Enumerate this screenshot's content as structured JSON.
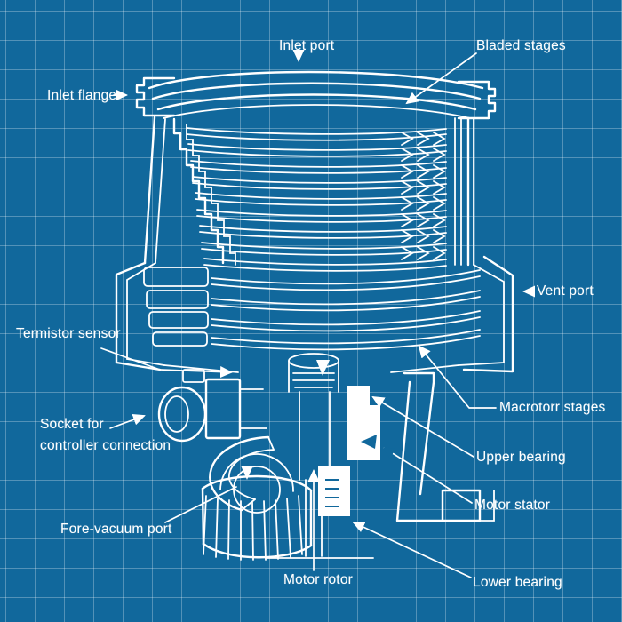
{
  "palette": {
    "background": "#11689c",
    "grid_line": "rgba(255,255,255,0.28)",
    "ink": "#ffffff"
  },
  "diagram_kind": "blueprint cross-section of a turbomolecular pump",
  "labels": {
    "inlet_port": "Inlet port",
    "bladed_stages": "Bladed stages",
    "inlet_flange": "Inlet flange",
    "vent_port": "Vent port",
    "termistor_sensor": "Termistor sensor",
    "socket_line1": "Socket for",
    "socket_line2": "controller connection",
    "macrotorr_stages": "Macrotorr stages",
    "upper_bearing": "Upper bearing",
    "motor_stator": "Motor stator",
    "fore_vacuum_port": "Fore-vacuum port",
    "motor_rotor": "Motor rotor",
    "lower_bearing": "Lower bearing"
  }
}
